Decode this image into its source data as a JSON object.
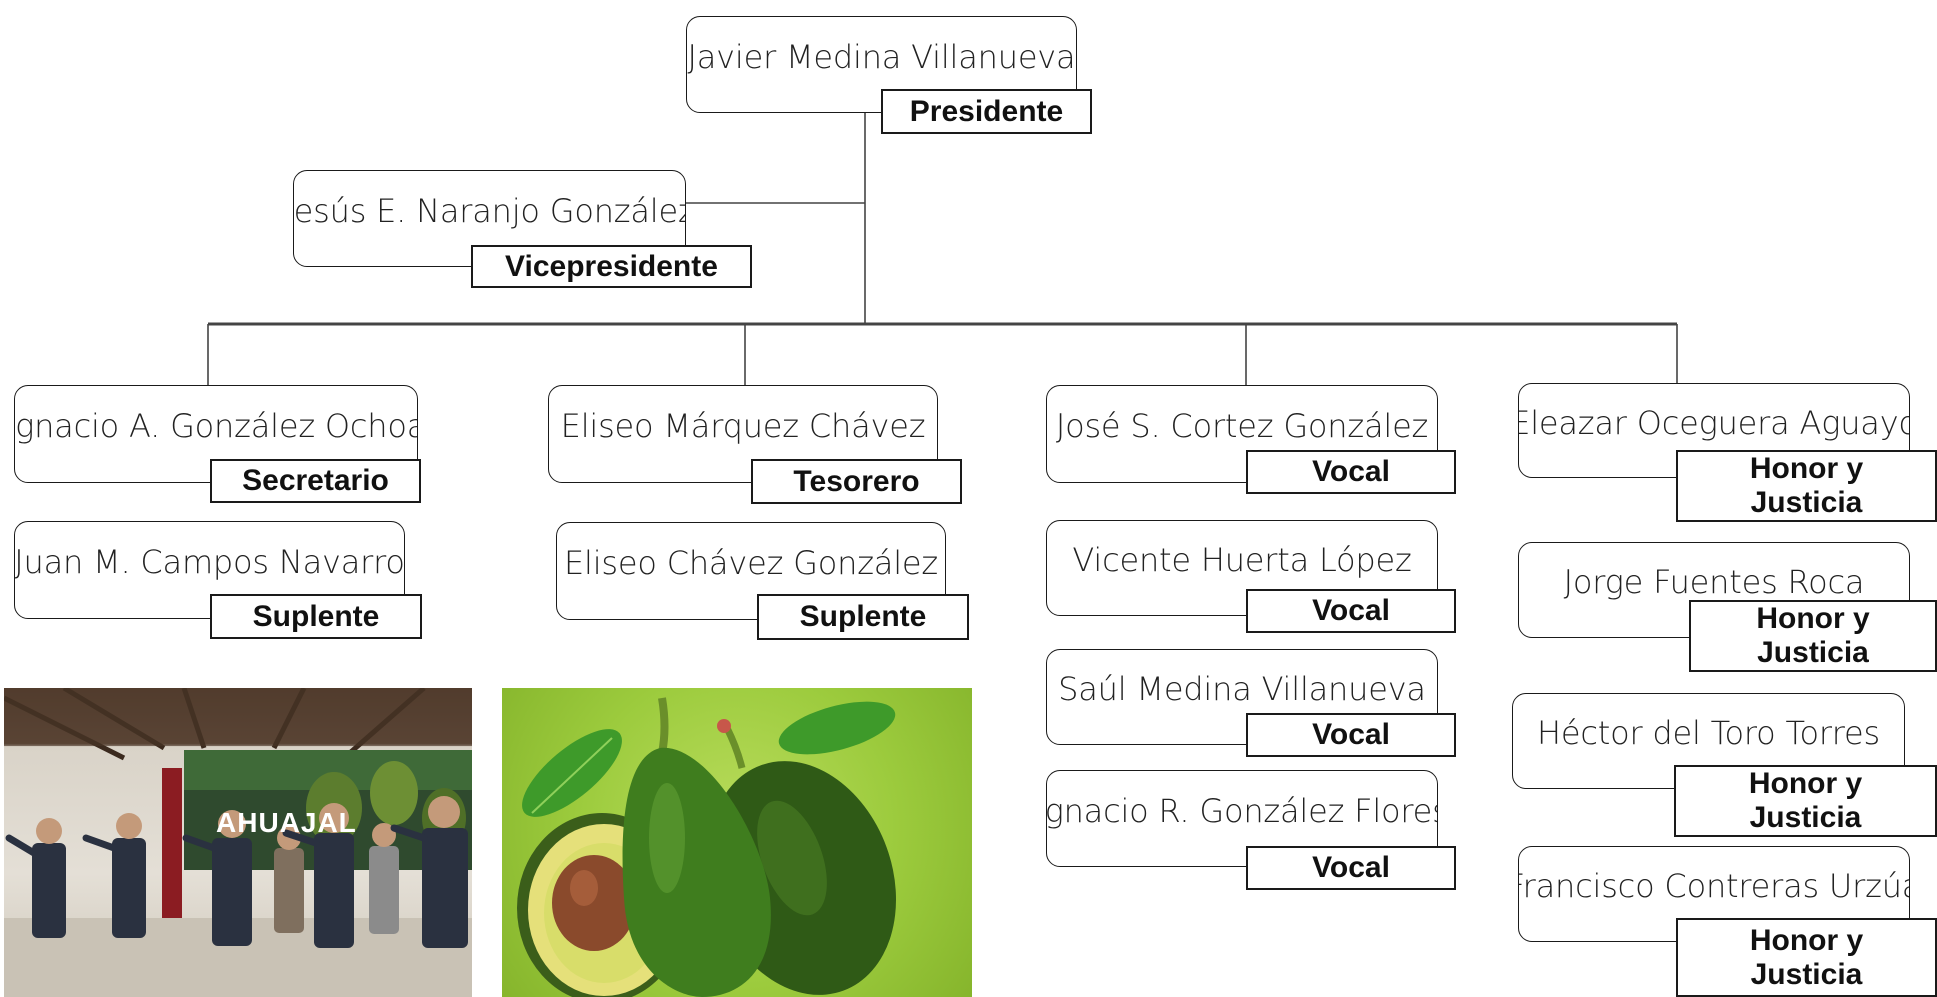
{
  "org_chart": {
    "president": {
      "name": "Javier Medina Villanueva",
      "role": "Presidente"
    },
    "vice_president": {
      "name": "Jesús E. Naranjo González",
      "role": "Vicepresidente"
    },
    "columns": [
      [
        {
          "name": "Ignacio A. González Ochoa",
          "role": "Secretario"
        },
        {
          "name": "Juan M. Campos Navarro",
          "role": "Suplente"
        }
      ],
      [
        {
          "name": "Eliseo Márquez Chávez",
          "role": "Tesorero"
        },
        {
          "name": "Eliseo Chávez González",
          "role": "Suplente"
        }
      ],
      [
        {
          "name": "José S. Cortez González",
          "role": "Vocal"
        },
        {
          "name": "Vicente Huerta López",
          "role": "Vocal"
        },
        {
          "name": "Saúl Medina Villanueva",
          "role": "Vocal"
        },
        {
          "name": "Ignacio R. González Flores",
          "role": "Vocal"
        }
      ],
      [
        {
          "name": "Eleazar Oceguera Aguayo",
          "role": "Honor y\nJusticia"
        },
        {
          "name": "Jorge Fuentes Roca",
          "role": "Honor y\nJusticia"
        },
        {
          "name": "Héctor del Toro Torres",
          "role": "Honor y\nJusticia"
        },
        {
          "name": "Francisco Contreras Urzúa",
          "role": "Honor y\nJusticia"
        }
      ]
    ]
  },
  "photos": {
    "ceremony": {
      "banner_text": "AHUAJAL"
    }
  },
  "colors": {
    "line": "#444444",
    "border": "#1a1a1a",
    "avocado_green": "#3f7d1e",
    "background_green": "#9ccb3d"
  }
}
